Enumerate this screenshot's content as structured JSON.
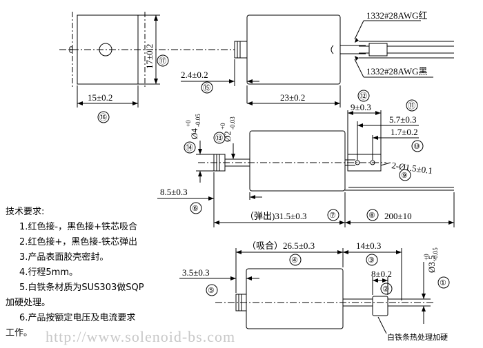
{
  "top_view": {
    "wire_red": "1332#28AWG红",
    "wire_black": "1332#28AWG黑",
    "dim_height": "17±0.2",
    "dim_width": "15±0.2",
    "dim_plunger": "2.4±0.2",
    "dim_body": "23±0.2",
    "label_17": "⑰",
    "label_16": "⑯",
    "label_15": "⑮"
  },
  "middle_view": {
    "dim_shaft_big": "Ø4",
    "dim_shaft_big_tol_up": "+0",
    "dim_shaft_big_tol_dn": "-0.05",
    "dim_shaft_small": "Ø2",
    "dim_shaft_small_tol_up": "+0",
    "dim_shaft_small_tol_dn": "-0.03",
    "dim_9": "9±0.3",
    "dim_57": "5.7±0.3",
    "dim_17": "1.7±0.2",
    "dim_holes": "2-Ø1.5",
    "dim_holes_tol": "±0.1",
    "dim_85": "8.5±0.3",
    "dim_315": "（弹出)31.5±0.3",
    "dim_200": "200±10",
    "label_14": "⑭",
    "label_13": "⑬",
    "label_12": "⑫",
    "label_11": "⑪",
    "label_10": "⑩",
    "label_9": "⑨",
    "label_6": "⑥",
    "label_7": "⑦",
    "label_8": "⑧"
  },
  "bottom_view": {
    "dim_265": "（吸合）26.5±0.3",
    "dim_14": "14±0.3",
    "dim_35": "3.5±0.3",
    "dim_8": "8±0.2",
    "dim_dia35": "Ø3.5",
    "dim_dia35_tol_up": "+0",
    "dim_dia35_tol_dn": "-0.05",
    "label_4": "④",
    "label_3": "③",
    "label_5": "⑤",
    "label_2": "②",
    "label_1": "①",
    "callout": "白铁条热处理加硬"
  },
  "notes": {
    "title": "技术要求:",
    "items": [
      "1.红色接-，黑色接+铁芯吸合",
      "2.红色接+，黑色接-铁芯弹出",
      "3.产品表面胶壳密封。",
      "4.行程5mm。",
      "5.白铁条材质为SUS303做SQP",
      "加硬处理。",
      "6.产品按额定电压及电流要求",
      "工作。"
    ]
  },
  "watermark": "http://www.solenoid-bs.com"
}
